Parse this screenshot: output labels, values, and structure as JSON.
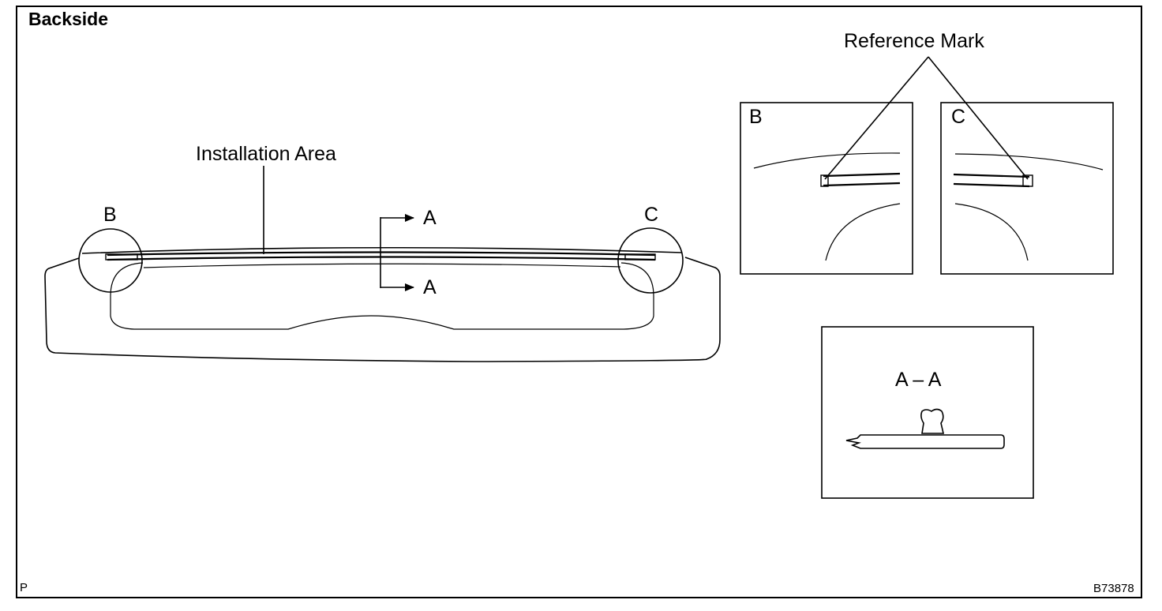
{
  "header": {
    "title": "Backside"
  },
  "main_view": {
    "installation_label": "Installation Area",
    "detail_b_label": "B",
    "detail_c_label": "C",
    "section_top_label": "A",
    "section_bottom_label": "A"
  },
  "detail_panels": {
    "reference_label": "Reference Mark",
    "panel_b_label": "B",
    "panel_c_label": "C"
  },
  "section_panel": {
    "label": "A – A"
  },
  "footer": {
    "left_code": "P",
    "figure_id": "B73878"
  }
}
